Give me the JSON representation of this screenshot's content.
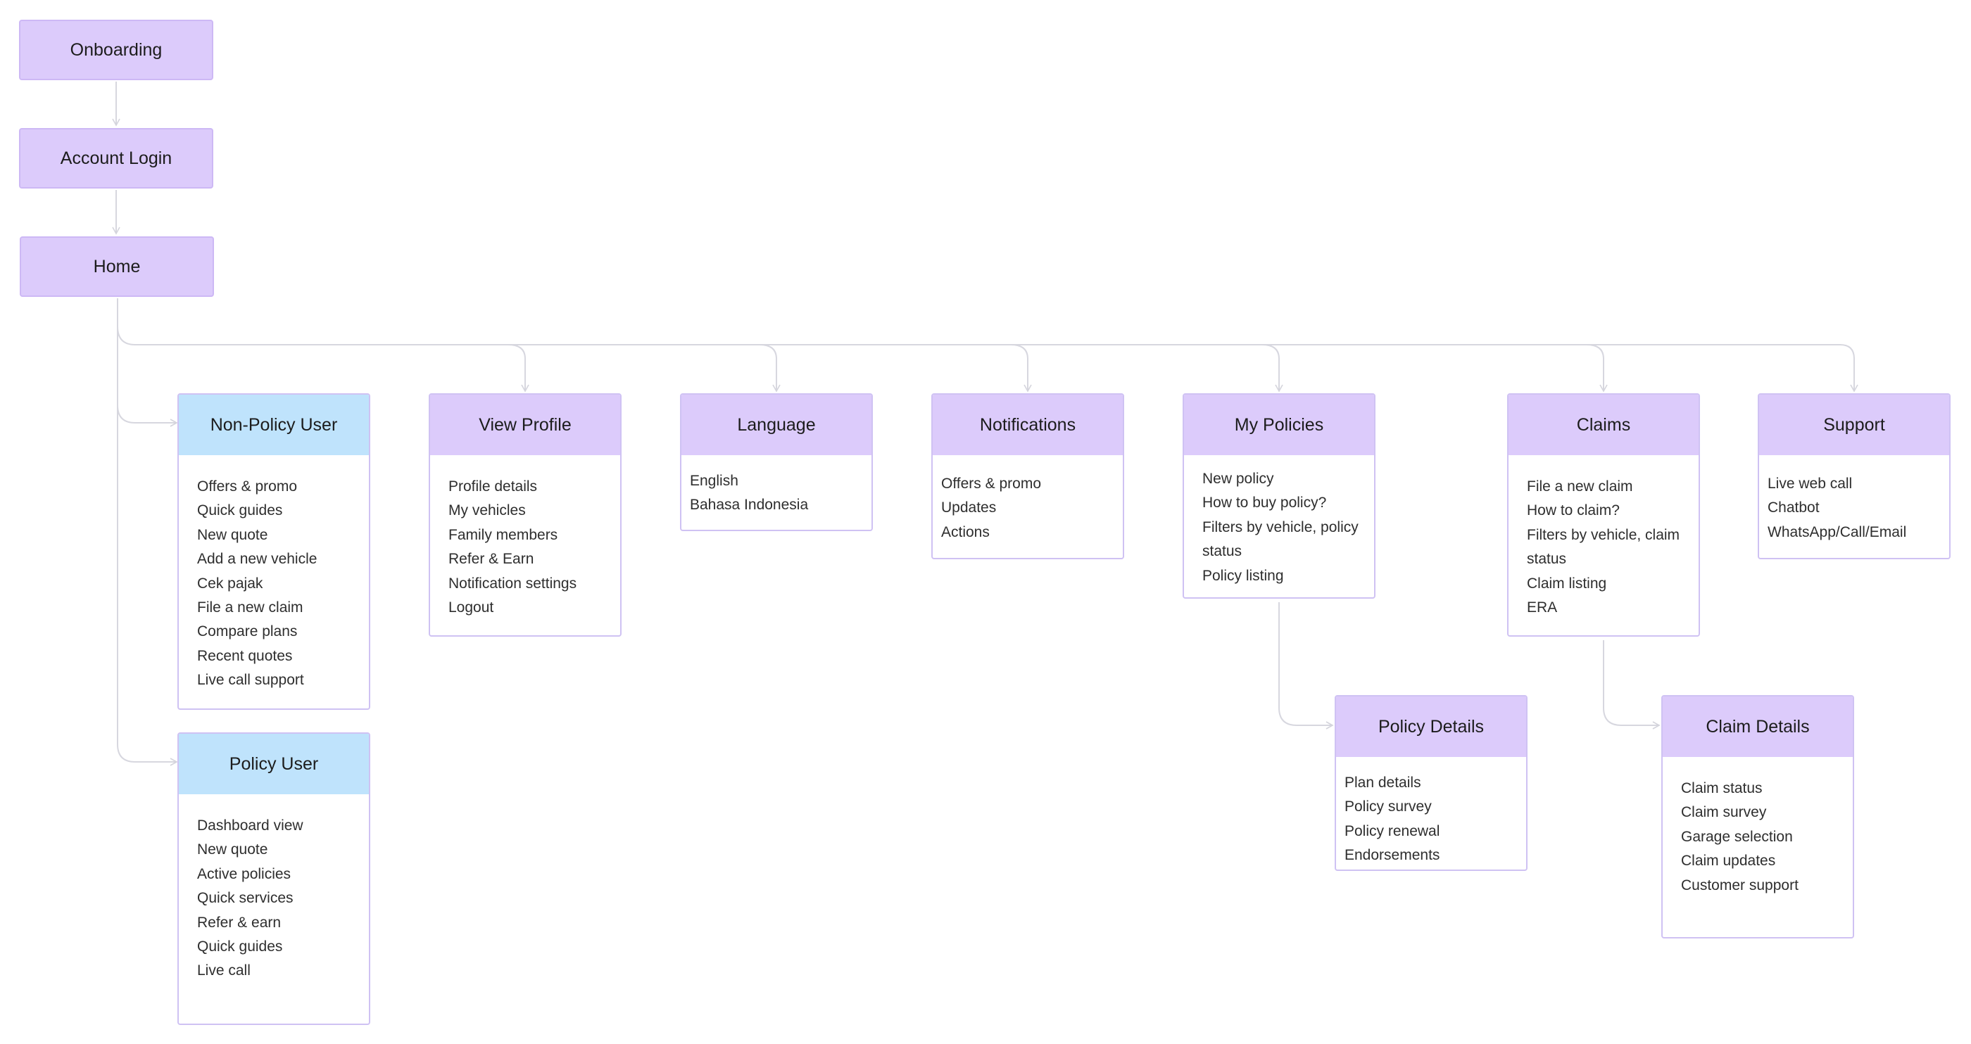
{
  "colors": {
    "node_fill": "#dccbfb",
    "segment_header_fill": "#bfe3fc",
    "card_border": "#cfc2f3",
    "connector": "#d7d7df"
  },
  "flow": {
    "onboarding": "Onboarding",
    "account_login": "Account Login",
    "home": "Home"
  },
  "cards": {
    "non_policy_user": {
      "title": "Non-Policy User",
      "items": [
        "Offers & promo",
        "Quick guides",
        "New quote",
        "Add a new vehicle",
        "Cek pajak",
        "File a new claim",
        "Compare plans",
        "Recent quotes",
        "Live call support"
      ]
    },
    "policy_user": {
      "title": "Policy User",
      "items": [
        "Dashboard view",
        "New quote",
        "Active policies",
        "Quick services",
        "Refer & earn",
        "Quick guides",
        "Live call"
      ]
    },
    "view_profile": {
      "title": "View Profile",
      "items": [
        "Profile details",
        "My vehicles",
        "Family members",
        "Refer & Earn",
        "Notification settings",
        "Logout"
      ]
    },
    "language": {
      "title": "Language",
      "items": [
        "English",
        "Bahasa Indonesia"
      ]
    },
    "notifications": {
      "title": "Notifications",
      "items": [
        "Offers & promo",
        "Updates",
        "Actions"
      ]
    },
    "my_policies": {
      "title": "My Policies",
      "items": [
        "New policy",
        "How to buy policy?",
        "Filters by vehicle, policy",
        "status",
        "Policy listing"
      ]
    },
    "claims": {
      "title": "Claims",
      "items": [
        "File a new claim",
        "How to claim?",
        "Filters by vehicle, claim",
        "status",
        "Claim listing",
        "ERA"
      ]
    },
    "support": {
      "title": "Support",
      "items": [
        "Live web call",
        "Chatbot",
        "WhatsApp/Call/Email"
      ]
    },
    "policy_details": {
      "title": "Policy Details",
      "items": [
        "Plan details",
        "Policy survey",
        "Policy renewal",
        "Endorsements"
      ]
    },
    "claim_details": {
      "title": "Claim Details",
      "items": [
        "Claim status",
        "Claim survey",
        "Garage selection",
        "Claim updates",
        "Customer support"
      ]
    }
  }
}
